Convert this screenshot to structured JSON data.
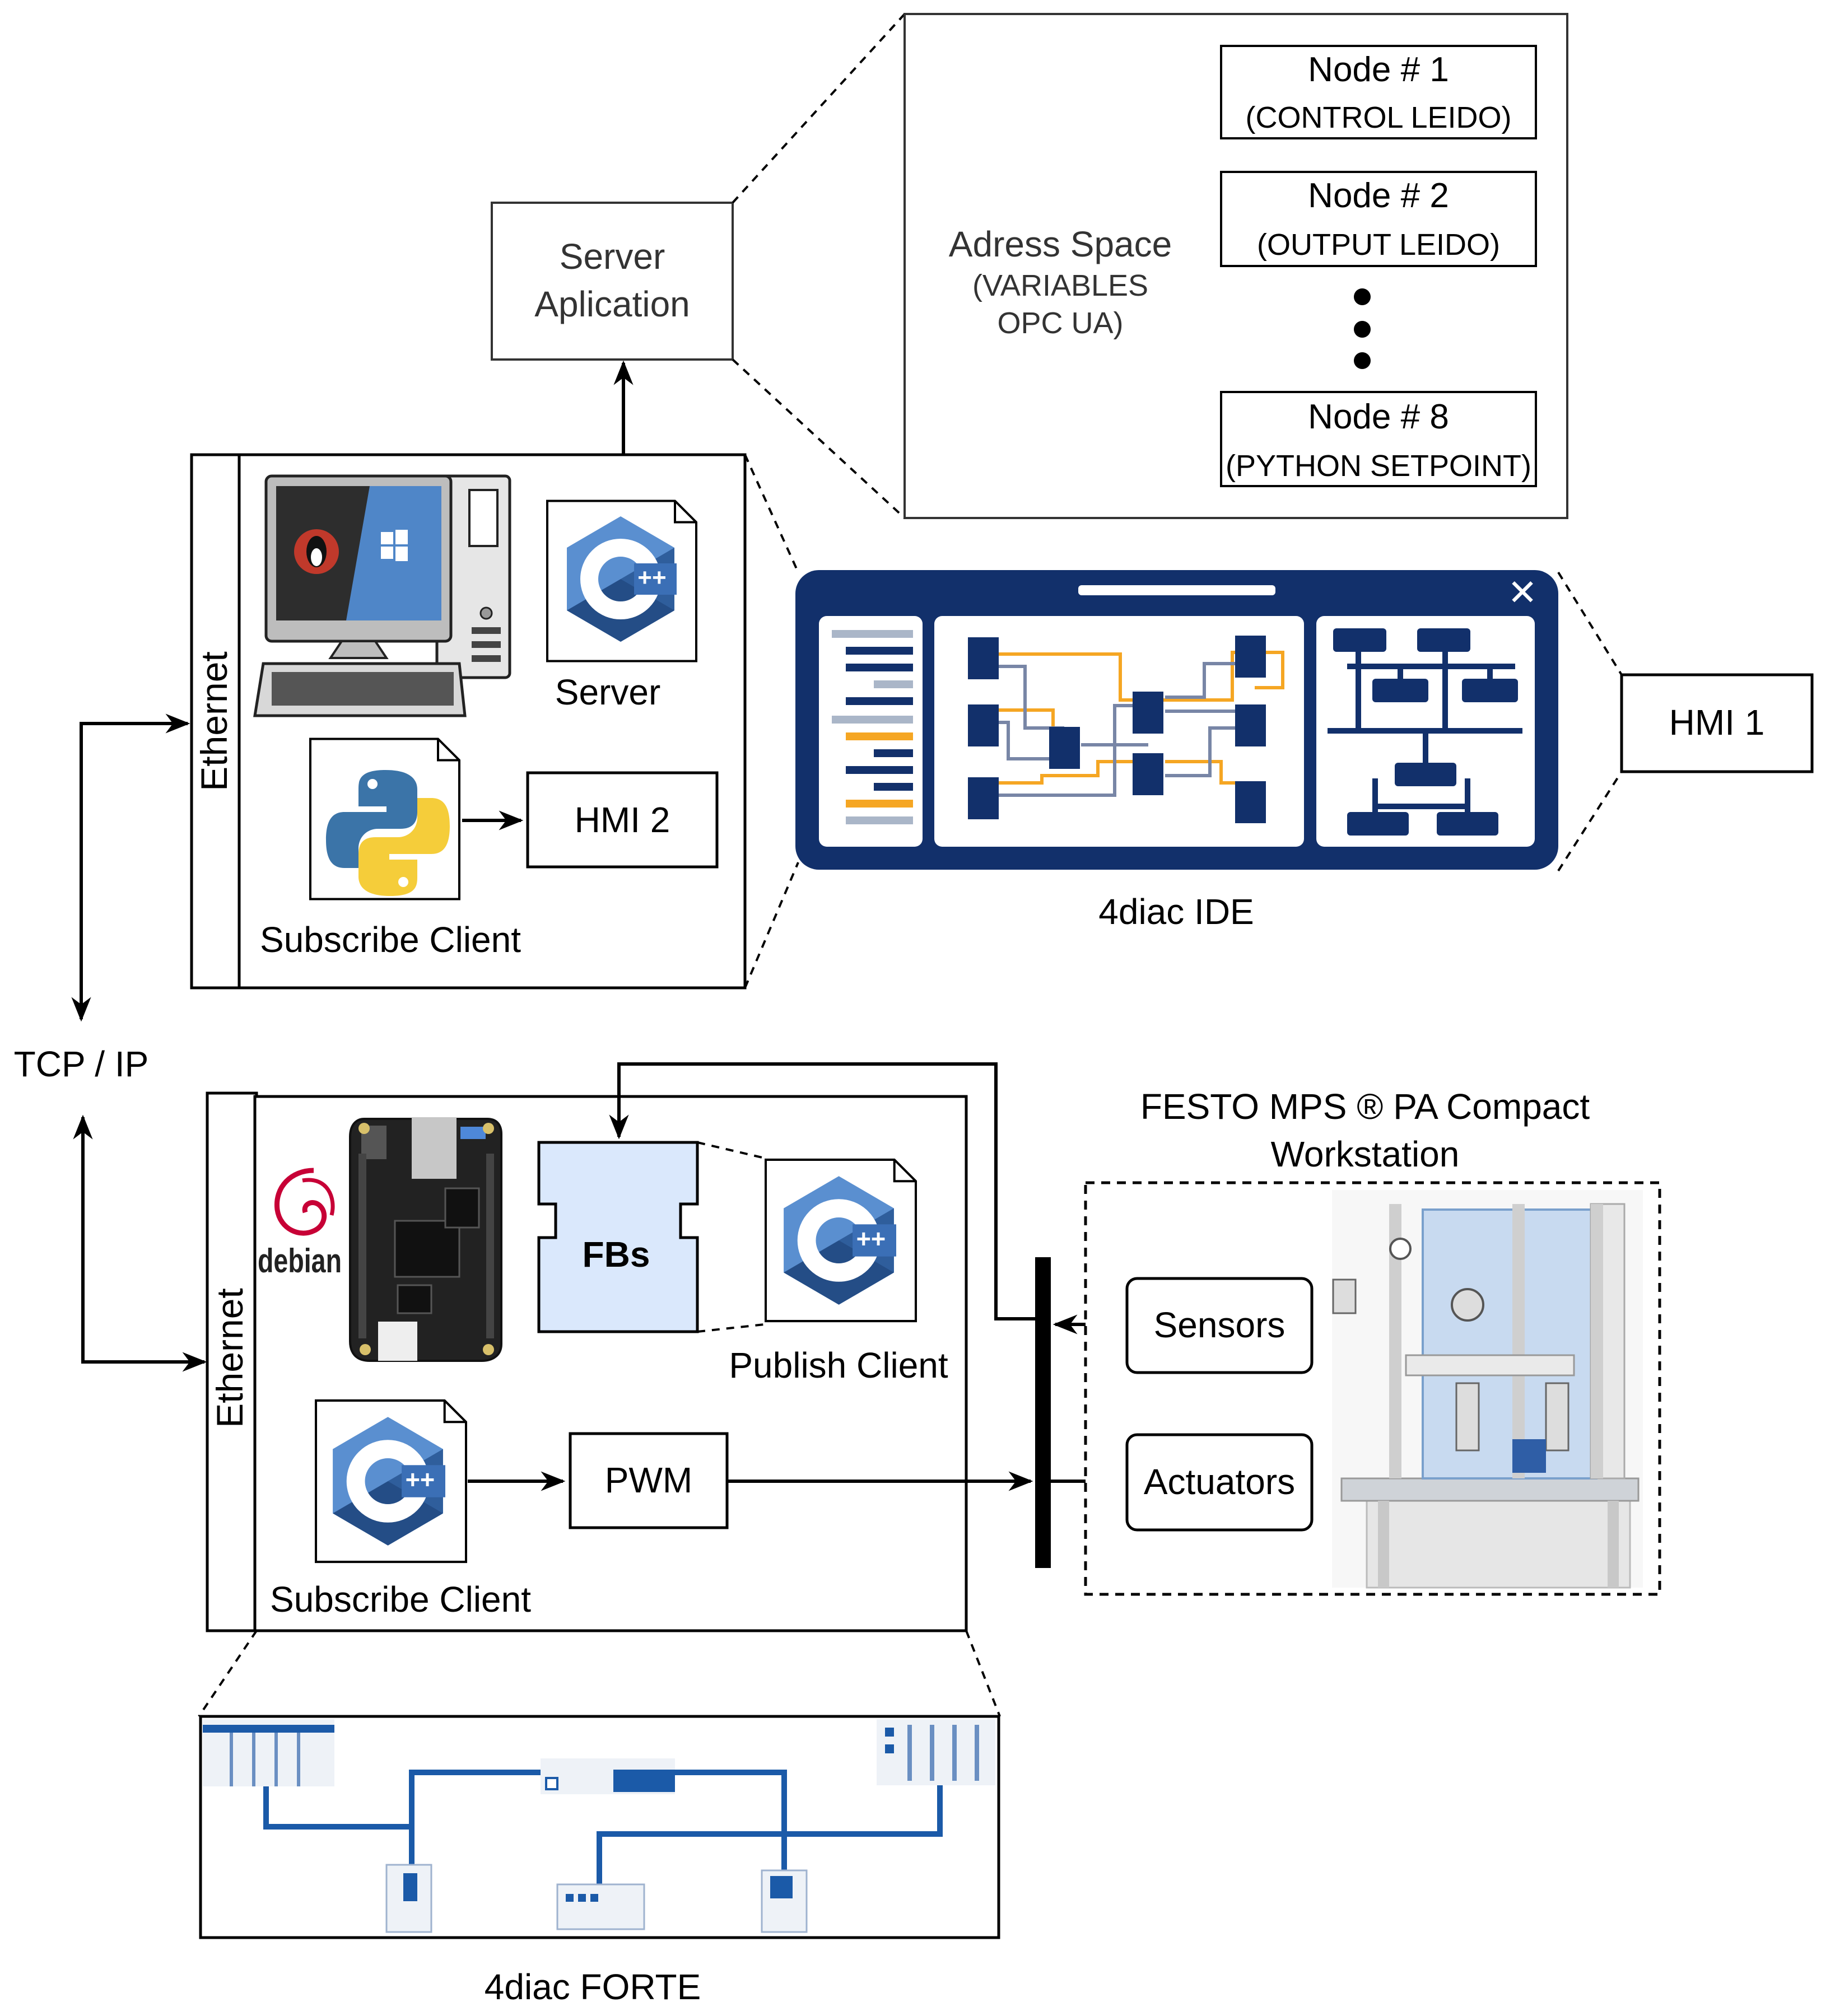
{
  "server_app": {
    "line1": "Server",
    "line2": "Aplication"
  },
  "address_space": {
    "title": "Adress Space",
    "sub1": "(VARIABLES",
    "sub2": "OPC UA)"
  },
  "nodes": [
    {
      "title": "Node # 1",
      "sub": "(CONTROL LEIDO)"
    },
    {
      "title": "Node # 2",
      "sub": "(OUTPUT LEIDO)"
    },
    {
      "title": "Node # 8",
      "sub": "(PYTHON SETPOINT)"
    }
  ],
  "top_pc": {
    "ethernet": "Ethernet",
    "server_label": "Server",
    "subscribe_label": "Subscribe Client",
    "hmi2": "HMI 2"
  },
  "ide": {
    "label": "4diac IDE",
    "hmi1": "HMI 1"
  },
  "tcpip": "TCP / IP",
  "bottom_board": {
    "ethernet": "Ethernet",
    "debian": "debian",
    "fbs": "FBs",
    "publish_label": "Publish Client",
    "subscribe_label": "Subscribe Client",
    "pwm": "PWM"
  },
  "festo": {
    "line1": "FESTO MPS ® PA Compact",
    "line2": "Workstation",
    "sensors": "Sensors",
    "actuators": "Actuators"
  },
  "forte": {
    "label": "4diac FORTE"
  },
  "colors": {
    "ide_blue": "#12306b",
    "ide_orange": "#f5a623",
    "cpp_blue": "#3b6fb6",
    "fbs_fill": "#dae8fc"
  }
}
